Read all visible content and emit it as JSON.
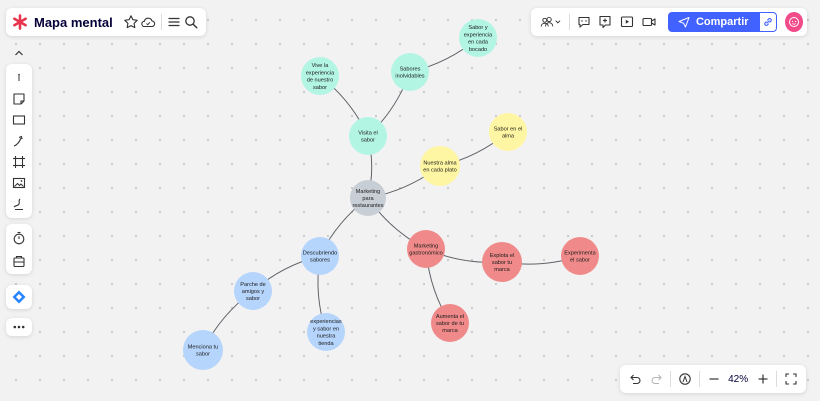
{
  "board": {
    "title": "Mapa mental",
    "logo_icon": "miro-logo-icon",
    "star_icon": "star-icon",
    "cloud_icon": "cloud-icon",
    "menu_icon": "menu-icon",
    "search_icon": "search-icon"
  },
  "header_right": {
    "share_label": "Compartir",
    "accent_color": "#4262ff"
  },
  "zoom": {
    "level": "42%"
  },
  "mindmap": {
    "nodes": [
      {
        "id": "center",
        "lines": [
          "Marketing",
          "para",
          "restaurantes"
        ],
        "color": "#c8ced6"
      },
      {
        "id": "visita",
        "lines": [
          "Visita el",
          "sabor"
        ],
        "color": "#b3f5e3"
      },
      {
        "id": "vive",
        "lines": [
          "Vive la",
          "experiencia",
          "de nuestro",
          "sabor"
        ],
        "color": "#b3f5e3"
      },
      {
        "id": "sabores",
        "lines": [
          "Sabores",
          "inolvidables"
        ],
        "color": "#b3f5e3"
      },
      {
        "id": "saborexp",
        "lines": [
          "Sabor y",
          "experiencia",
          "en cada",
          "bocado"
        ],
        "color": "#b3f5e3"
      },
      {
        "id": "alma",
        "lines": [
          "Nuestra alma",
          "en cada plato"
        ],
        "color": "#fff6a3"
      },
      {
        "id": "saboralma",
        "lines": [
          "Sabor en el",
          "alma"
        ],
        "color": "#fff6a3"
      },
      {
        "id": "mktg",
        "lines": [
          "Marketing",
          "gastronómico"
        ],
        "color": "#f08a8a"
      },
      {
        "id": "explota",
        "lines": [
          "Explota el",
          "sabor tu",
          "marca"
        ],
        "color": "#f08a8a"
      },
      {
        "id": "experimenta",
        "lines": [
          "Experimenta",
          "el sabor"
        ],
        "color": "#f08a8a"
      },
      {
        "id": "aumenta",
        "lines": [
          "Aumenta el",
          "sabor de tu",
          "marca"
        ],
        "color": "#f08a8a"
      },
      {
        "id": "descubriendo",
        "lines": [
          "Descubriendo",
          "sabores"
        ],
        "color": "#b5d5fc"
      },
      {
        "id": "parche",
        "lines": [
          "Parche de",
          "amigos y",
          "sabor"
        ],
        "color": "#b5d5fc"
      },
      {
        "id": "experiencias",
        "lines": [
          "experiencias",
          "y sabor en",
          "nuestra",
          "tienda"
        ],
        "color": "#b5d5fc"
      },
      {
        "id": "menciona",
        "lines": [
          "Menciona tu",
          "sabor"
        ],
        "color": "#b5d5fc"
      }
    ],
    "edges": [
      [
        "center",
        "visita"
      ],
      [
        "visita",
        "vive"
      ],
      [
        "visita",
        "sabores"
      ],
      [
        "sabores",
        "saborexp"
      ],
      [
        "center",
        "alma"
      ],
      [
        "alma",
        "saboralma"
      ],
      [
        "center",
        "mktg"
      ],
      [
        "mktg",
        "explota"
      ],
      [
        "explota",
        "experimenta"
      ],
      [
        "mktg",
        "aumenta"
      ],
      [
        "center",
        "descubriendo"
      ],
      [
        "descubriendo",
        "parche"
      ],
      [
        "descubriendo",
        "experiencias"
      ],
      [
        "parche",
        "menciona"
      ]
    ]
  }
}
